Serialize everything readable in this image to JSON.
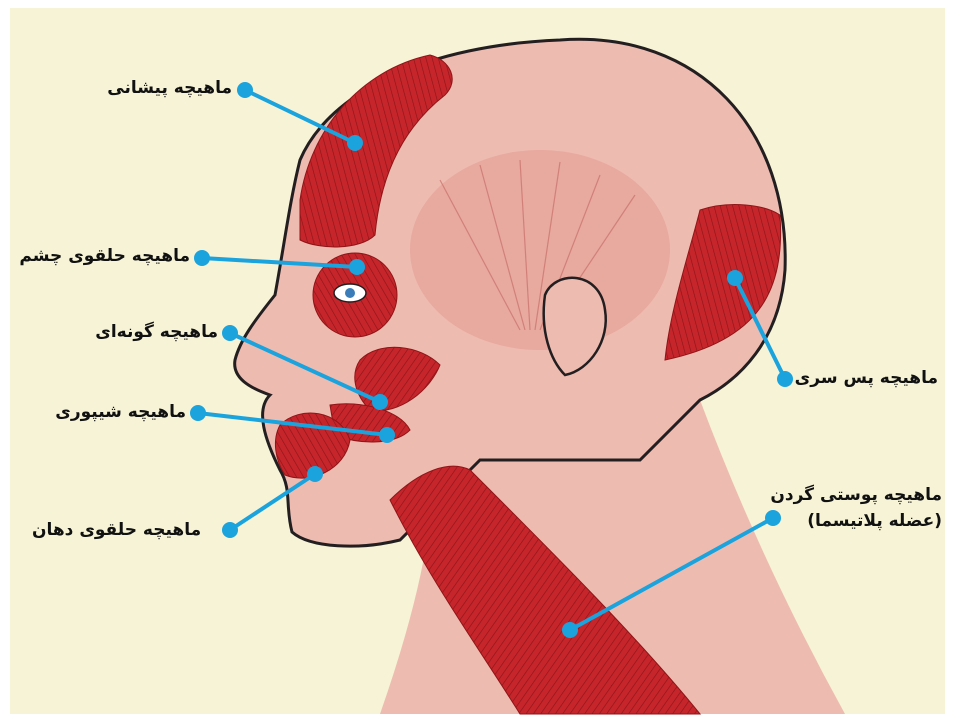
{
  "colors": {
    "background": "#f6f3d6",
    "skin": "#eebbb0",
    "muscle": "#c6262b",
    "muscle_dark": "#8f1518",
    "outline": "#231f20",
    "pointer": "#1ba3dd"
  },
  "labels": {
    "frontalis": "ماهیچه پیشانی",
    "orbicularis_oculi": "ماهیچه حلقوی چشم",
    "zygomatic": "ماهیچه گونه‌ای",
    "buccinator": "ماهیچه شیپوری",
    "orbicularis_oris": "ماهیچه حلقوی دهان",
    "occipitalis": "ماهیچه پس سری",
    "platysma_line1": "ماهیچه پوستی گردن",
    "platysma_line2": "(عضله پلاتیسما)"
  }
}
